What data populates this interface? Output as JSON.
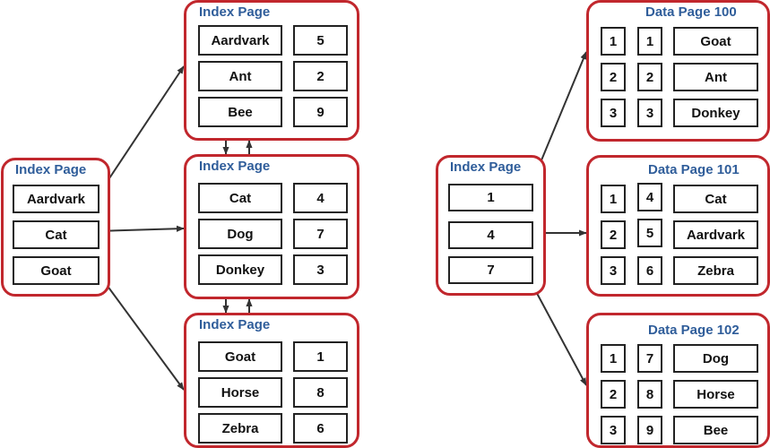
{
  "colors": {
    "page_border": "#c1272d",
    "title": "#2f5d9a",
    "cell_border": "#222222",
    "arrow": "#333333"
  },
  "clustered_index": {
    "root": {
      "title": "Index Page",
      "rows": [
        {
          "key": "Aardvark"
        },
        {
          "key": "Cat"
        },
        {
          "key": "Goat"
        }
      ]
    },
    "leaves": [
      {
        "title": "Index Page",
        "rows": [
          {
            "key": "Aardvark",
            "value": "5"
          },
          {
            "key": "Ant",
            "value": "2"
          },
          {
            "key": "Bee",
            "value": "9"
          }
        ]
      },
      {
        "title": "Index Page",
        "rows": [
          {
            "key": "Cat",
            "value": "4"
          },
          {
            "key": "Dog",
            "value": "7"
          },
          {
            "key": "Donkey",
            "value": "3"
          }
        ]
      },
      {
        "title": "Index Page",
        "rows": [
          {
            "key": "Goat",
            "value": "1"
          },
          {
            "key": "Horse",
            "value": "8"
          },
          {
            "key": "Zebra",
            "value": "6"
          }
        ]
      }
    ]
  },
  "data_index": {
    "root": {
      "title": "Index Page",
      "rows": [
        {
          "key": "1"
        },
        {
          "key": "4"
        },
        {
          "key": "7"
        }
      ]
    },
    "data_pages": [
      {
        "title": "Data Page 100",
        "rows": [
          {
            "slot": "1",
            "id": "1",
            "name": "Goat"
          },
          {
            "slot": "2",
            "id": "2",
            "name": "Ant"
          },
          {
            "slot": "3",
            "id": "3",
            "name": "Donkey"
          }
        ]
      },
      {
        "title": "Data Page 101",
        "rows": [
          {
            "slot": "1",
            "id": "4",
            "name": "Cat"
          },
          {
            "slot": "2",
            "id": "5",
            "name": "Aardvark"
          },
          {
            "slot": "3",
            "id": "6",
            "name": "Zebra"
          }
        ]
      },
      {
        "title": "Data Page 102",
        "rows": [
          {
            "slot": "1",
            "id": "7",
            "name": "Dog"
          },
          {
            "slot": "2",
            "id": "8",
            "name": "Horse"
          },
          {
            "slot": "3",
            "id": "9",
            "name": "Bee"
          }
        ]
      }
    ]
  }
}
